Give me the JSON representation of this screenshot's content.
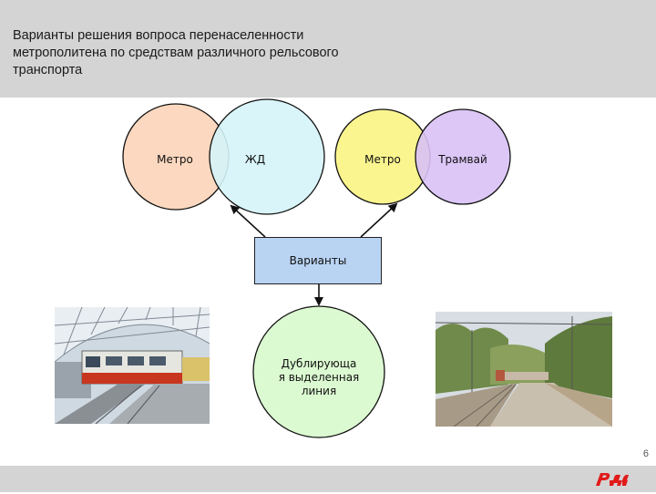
{
  "header": {
    "title": "Варианты решения  вопроса перенаселенности\nметрополитена по средствам различного рельсового\nтранспорта"
  },
  "diagram": {
    "left_pair": {
      "circle1": "Метро",
      "circle2": "ЖД"
    },
    "right_pair": {
      "circle1": "Метро",
      "circle2": "Трамвай"
    },
    "center_box": "Варианты",
    "bottom_circle": "Дублирующа\nя выделенная\nлиния"
  },
  "colors": {
    "header_bg": "#d4d4d4",
    "metro_left": "#fbd8bf",
    "zhd": "#d5f4f8",
    "metro_right": "#fbf58f",
    "tram": "#d8c1f6",
    "box": "#b9d3f3",
    "bottom_circle": "#dcfad1",
    "logo_red": "#e21a1a"
  },
  "footer": {
    "page_number": "6"
  },
  "icons": {
    "logo": "rzd-logo",
    "photo_left": "train-station-photo",
    "photo_right": "railway-photo"
  }
}
